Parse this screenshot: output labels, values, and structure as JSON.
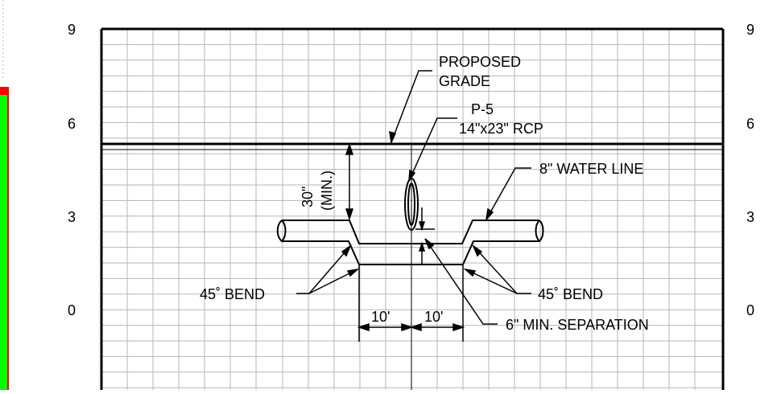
{
  "axis_left": [
    "9",
    "6",
    "3",
    "0"
  ],
  "axis_right": [
    "9",
    "6",
    "3",
    "0"
  ],
  "labels": {
    "proposed_1": "PROPOSED",
    "proposed_2": "GRADE",
    "pipe_id": "P-5",
    "pipe_size": "14\"x23\" RCP",
    "water_line": "8\" WATER LINE",
    "vertical_dim_1": "30\"",
    "vertical_dim_2": "(MIN.)",
    "bend_left": "45˚ BEND",
    "bend_right": "45˚ BEND",
    "dim_left": "10'",
    "dim_right": "10'",
    "separation": "6\" MIN. SEPARATION"
  },
  "colors": {
    "line": "#000000",
    "grid": "#b5b5b5",
    "sidebar_green": "#00ff00",
    "sidebar_red": "#ff0000"
  }
}
